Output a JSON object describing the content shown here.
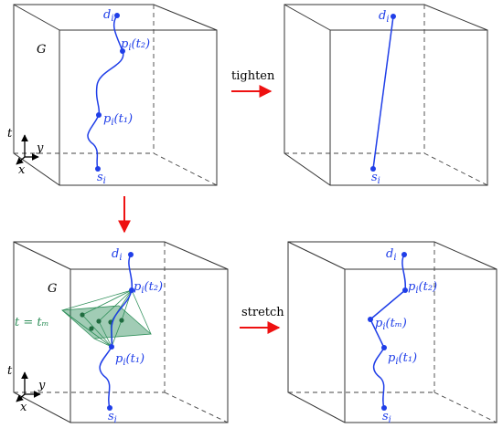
{
  "colors": {
    "path": "#1f3ee8",
    "arrow": "#ee1111",
    "plane": "#2f8f5a",
    "edges": "#333333"
  },
  "labels": {
    "graph": "G",
    "d": "d",
    "s": "s",
    "p": "p",
    "i": "i",
    "t": "t",
    "t1": "(t₁)",
    "t2": "(t₂)",
    "tm": "(tₘ)",
    "t_eq_tm": "t = tₘ",
    "axis_t": "t",
    "axis_x": "x",
    "axis_y": "y"
  },
  "operations": {
    "tighten": "tighten",
    "stretch": "stretch"
  }
}
